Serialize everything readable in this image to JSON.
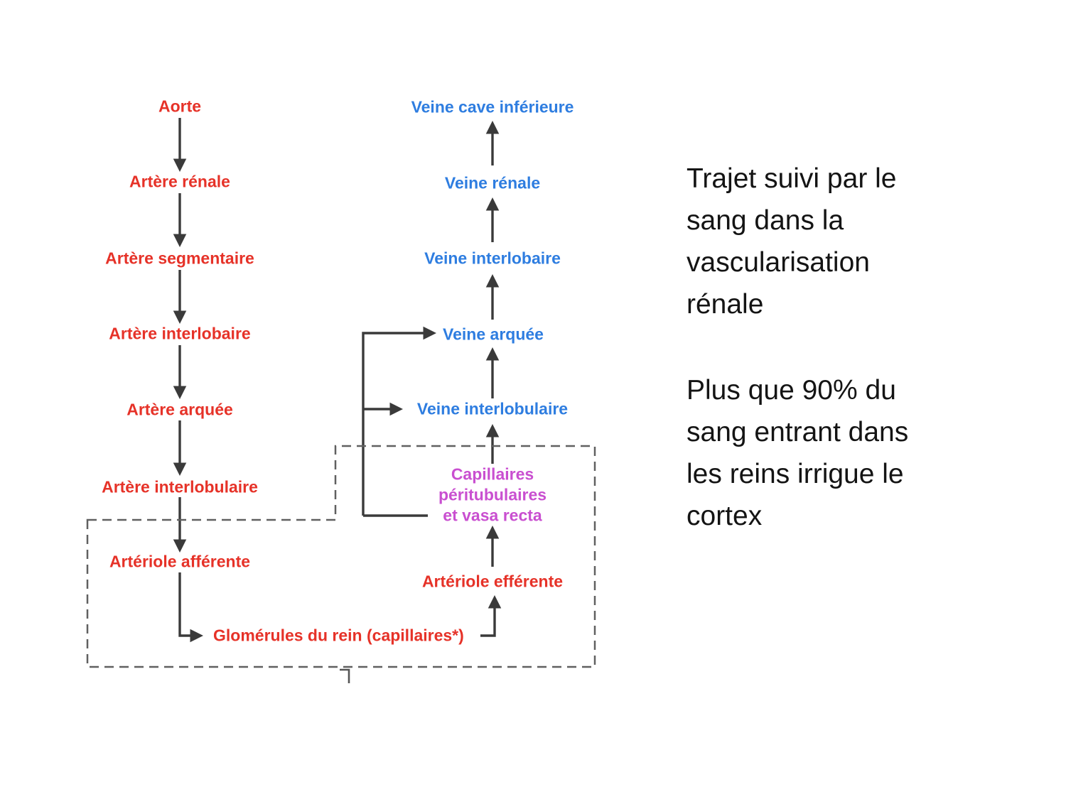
{
  "side_text": {
    "block1": {
      "lines": [
        "Trajet suivi par le",
        "sang dans la",
        "vascularisation",
        "rénale"
      ]
    },
    "block2": {
      "lines": [
        "Plus que 90% du",
        "sang entrant dans",
        "les reins irrigue le",
        "cortex"
      ]
    }
  },
  "nodes": {
    "aorte": {
      "label": "Aorte"
    },
    "artere_renale": {
      "label": "Artère rénale"
    },
    "artere_segmentaire": {
      "label": "Artère segmentaire"
    },
    "artere_interlobaire": {
      "label": "Artère interlobaire"
    },
    "artere_arquee": {
      "label": "Artère arquée"
    },
    "artere_interlobulaire": {
      "label": "Artère interlobulaire"
    },
    "arteriole_afferente": {
      "label": "Artériole afférente"
    },
    "glomerules": {
      "label": "Glomérules du rein (capillaires*)"
    },
    "arteriole_efferente": {
      "label": "Artériole efférente"
    },
    "capillaires": {
      "line1": "Capillaires",
      "line2": "péritubulaires",
      "line3": "et vasa recta"
    },
    "veine_interlobulaire": {
      "label": "Veine interlobulaire"
    },
    "veine_arquee": {
      "label": "Veine arquée"
    },
    "veine_interlobaire": {
      "label": "Veine interlobaire"
    },
    "veine_renale": {
      "label": "Veine rénale"
    },
    "veine_cave_inferieure": {
      "label": "Veine cave inférieure"
    }
  },
  "edges": [
    {
      "from": "Aorte",
      "to": "Artère rénale"
    },
    {
      "from": "Artère rénale",
      "to": "Artère segmentaire"
    },
    {
      "from": "Artère segmentaire",
      "to": "Artère interlobaire"
    },
    {
      "from": "Artère interlobaire",
      "to": "Artère arquée"
    },
    {
      "from": "Artère arquée",
      "to": "Artère interlobulaire"
    },
    {
      "from": "Artère interlobulaire",
      "to": "Artériole afférente"
    },
    {
      "from": "Artériole afférente",
      "to": "Glomérules du rein (capillaires*)"
    },
    {
      "from": "Glomérules du rein (capillaires*)",
      "to": "Artériole efférente"
    },
    {
      "from": "Artériole efférente",
      "to": "Capillaires péritubulaires et vasa recta"
    },
    {
      "from": "Capillaires péritubulaires et vasa recta",
      "to": "Veine interlobulaire"
    },
    {
      "from": "Capillaires péritubulaires et vasa recta",
      "to": "Veine arquée"
    },
    {
      "from": "Veine interlobulaire",
      "to": "Veine arquée"
    },
    {
      "from": "Veine arquée",
      "to": "Veine interlobaire"
    },
    {
      "from": "Veine interlobaire",
      "to": "Veine rénale"
    },
    {
      "from": "Veine rénale",
      "to": "Veine cave inférieure"
    }
  ],
  "colors": {
    "artery_red": "#e63228",
    "vein_blue": "#2e7de0",
    "capillary_magenta": "#c94fd0",
    "connector_gray": "#3a3a3a",
    "dashed_gray": "#606060",
    "text_black": "#141414"
  }
}
